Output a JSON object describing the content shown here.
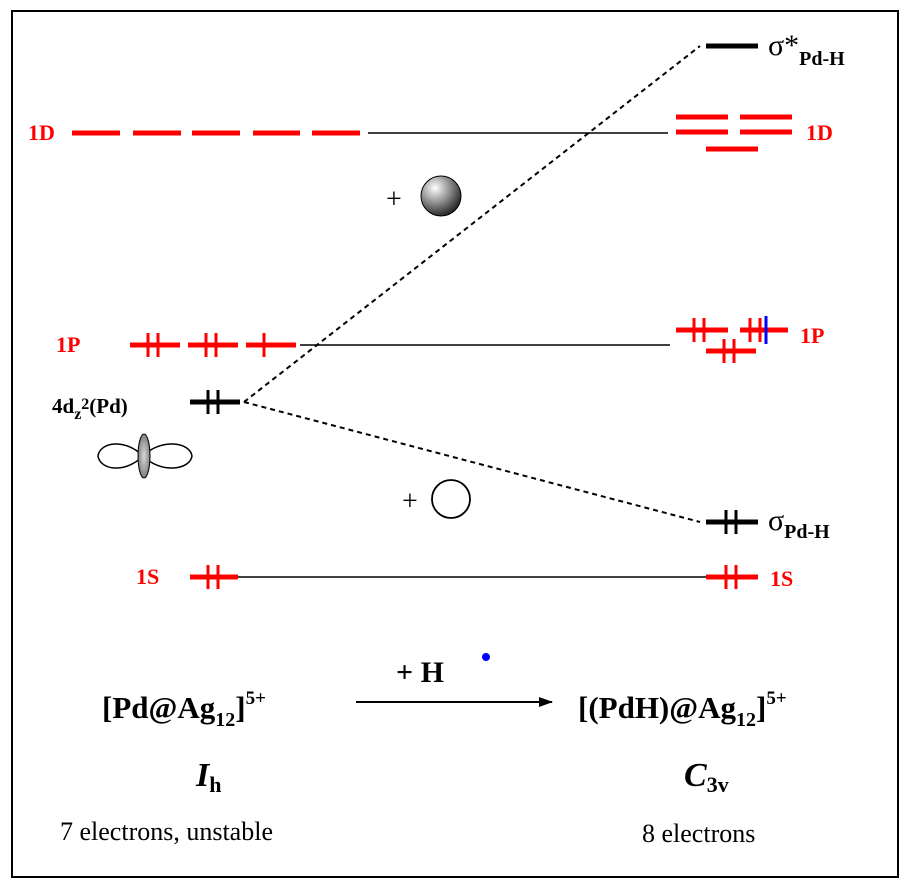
{
  "levels": {
    "left_1D": "1D",
    "right_1D": "1D",
    "left_1P": "1P",
    "right_1P": "1P",
    "left_1S": "1S",
    "right_1S": "1S",
    "pd_orbital_main": "4d",
    "pd_orbital_sub": "z",
    "pd_orbital_sup": "2",
    "pd_orbital_tail": "(Pd)",
    "sigma_star_symbol": "σ*",
    "sigma_star_sub": "Pd-H",
    "sigma_symbol": "σ",
    "sigma_sub": "Pd-H"
  },
  "plus_signs": {
    "upper": "+",
    "lower": "+"
  },
  "reaction": {
    "reactant_main": "[Pd@Ag",
    "reactant_sub": "12",
    "reactant_close": "]",
    "reactant_charge": "5+",
    "reagent": "+ H",
    "product_main": "[(PdH)@Ag",
    "product_sub": "12",
    "product_close": "]",
    "product_charge": "5+"
  },
  "symmetry": {
    "left_main": "I",
    "left_sub": "h",
    "right_main": "C",
    "right_sub": "3v"
  },
  "captions": {
    "left": "7 electrons, unstable",
    "right": "8 electrons"
  },
  "colors": {
    "cluster_levels": "#ff0000",
    "pd_levels": "#000000",
    "unpaired_electron": "#0000ff",
    "radical_dot": "#0000ff"
  }
}
